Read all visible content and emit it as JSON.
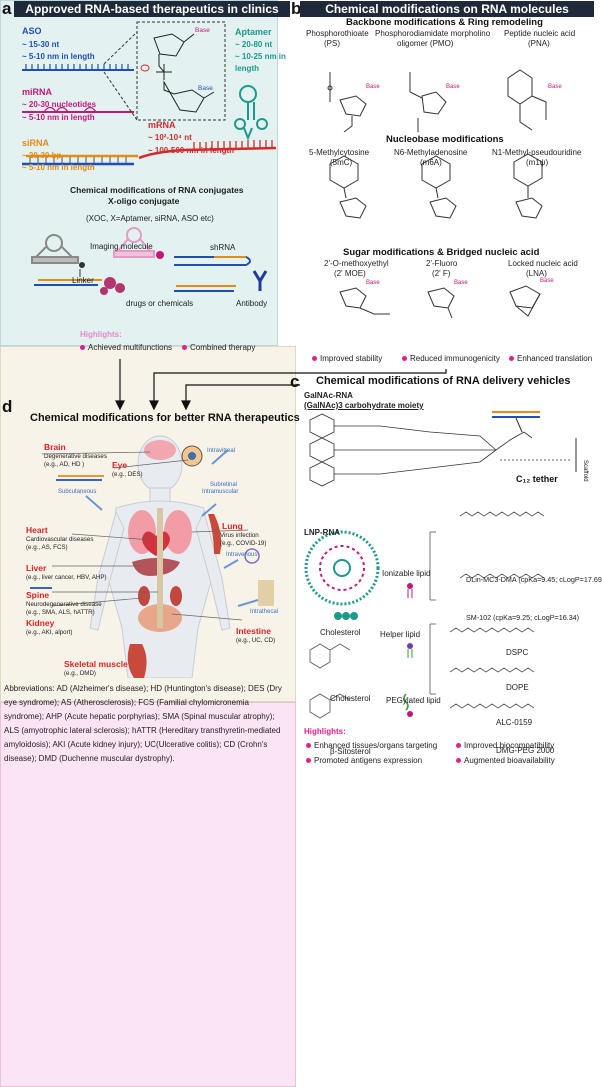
{
  "panels": {
    "a": {
      "letter": "a",
      "title": "Approved RNA-based therapeutics in clinics"
    },
    "b": {
      "letter": "b",
      "title": "Chemical modifications on RNA molecules"
    },
    "c": {
      "letter": "c",
      "title": "Chemical modifications of RNA delivery vehicles"
    },
    "d": {
      "letter": "d",
      "title": "Chemical modifications for better RNA therapeutics"
    }
  },
  "a": {
    "aso": {
      "name": "ASO",
      "line1": "~ 15-30 nt",
      "line2": "~ 5-10 nm in length"
    },
    "mirna": {
      "name": "miRNA",
      "line1": "~ 20-30 nucleotides",
      "line2": "~ 5-10 nm in length"
    },
    "sirna": {
      "name": "siRNA",
      "line1": "~ 20-30 bp",
      "line2": "~ 5-10 nm in length"
    },
    "mrna": {
      "name": "mRNA",
      "line1": "~ 10²-10⁴ nt",
      "line2": "~ 100-500 nm in length"
    },
    "aptamer": {
      "name": "Aptamer",
      "line1": "~ 20-80 nt",
      "line2": "~ 10-25 nm in",
      "line3": "length"
    },
    "base1": "Base",
    "base2": "Base",
    "conj_title": "Chemical modifications of RNA conjugates",
    "conj_sub": "X-oligo conjugate",
    "conj_note": "(XOC, X=Aptamer, siRNA, ASO etc)",
    "imaging": "Imaging molecule",
    "shrna": "shRNA",
    "linker": "Linker",
    "drugs": "drugs or chemicals",
    "antibody": "Antibody",
    "highlights": "Highlights:",
    "hl1": "Achieved multifunctions",
    "hl2": "Combined therapy"
  },
  "b": {
    "backbone": "Backbone modifications & Ring remodeling",
    "ps": "Phosphorothioate",
    "ps_abbr": "(PS)",
    "pmo": "Phosphorodiamidate morpholino",
    "pmo2": "oligomer (PMO)",
    "pna": "Peptide nucleic acid",
    "pna_abbr": "(PNA)",
    "nucleobase": "Nucleobase modifications",
    "m5c": "5-Methylcytosine",
    "m5c_abbr": "(5mC)",
    "m6a": "N6-Methyladenosine",
    "m6a_abbr": "(m6A)",
    "m1psi": "N1-Methyl-pseudouridine",
    "m1psi_abbr": "(m1ψ)",
    "sugar": "Sugar modifications & Bridged nucleic acid",
    "moe": "2'-O-methoxyethyl",
    "moe_abbr": "(2' MOE)",
    "fluoro": "2'-Fluoro",
    "fluoro_abbr": "(2' F)",
    "lna": "Locked nucleic acid",
    "lna_abbr": "(LNA)",
    "base": "Base",
    "hl1": "Improved stability",
    "hl2": "Reduced immunogenicity",
    "hl3": "Enhanced translation"
  },
  "c": {
    "galnac_title": "GalNAc-RNA",
    "galnac_sub": "(GalNAc)3 carbohydrate moiety",
    "tether": "C₁₂ tether",
    "scaffold": "Scaffold",
    "lnp_title": "LNP-RNA",
    "ionizable": "Ionizable lipid",
    "dlin": "DLin-MC3-DMA (cpKa=9.45; cLogP=17.69)",
    "sm102": "SM-102 (cpKa=9.25; cLogP=16.34)",
    "cholesterol": "Cholesterol",
    "helper": "Helper lipid",
    "dspc": "DSPC",
    "dope": "DOPE",
    "cholesterol2": "Cholesterol",
    "peg": "PEGylated lipid",
    "alc": "ALC-0159",
    "sitosterol": "β-Sitosterol",
    "dmg": "DMG-PEG 2000",
    "highlights": "Highlights:",
    "hl1": "Enhanced tissues/organs targeting",
    "hl2": "Improved  biocompatibility",
    "hl3": "Promoted antigens expression",
    "hl4": "Augmented bioavailability"
  },
  "d": {
    "brain": "Brain",
    "brain_d1": "Degenerative diseases",
    "brain_d2": "(e.g., AD, HD )",
    "eye": "Eye",
    "eye_d": "(e.g., DES)",
    "heart": "Heart",
    "heart_d1": "Cardiovascular diseases",
    "heart_d2": "(e.g., AS, FCS)",
    "lung": "Lung",
    "lung_d1": "Virus infection",
    "lung_d2": "(e.g., COVID-19)",
    "liver": "Liver",
    "liver_d": "(e.g., liver cancer, HBV, AHP)",
    "spine": "Spine",
    "spine_d1": "Neurodegenerative disease",
    "spine_d2": "(e.g., SMA, ALS, hATTR)",
    "kidney": "Kidney",
    "kidney_d": "(e.g., AKI, alport)",
    "intestine": "Intestine",
    "intestine_d": "(e.g., UC, CD)",
    "skeletal": "Skeletal muscle",
    "skeletal_d": "(e.g., DMD)",
    "intravitreal": "Intravitreal",
    "subretinal": "Subretinal",
    "subcutaneous": "Subcutaneous",
    "intramuscular": "Intramuscular",
    "intravenous": "Intravenous",
    "intrathecal": "Intrathecal"
  },
  "abbreviations": "Abbreviations: AD (Alzheimer's disease); HD (Huntington's disease); DES (Dry eye syndrome); AS (Atherosclerosis); FCS (Familial chylomicronemia syndrome); AHP (Acute hepatic porphyrias); SMA (Spinal muscular atrophy); ALS (amyotrophic lateral sclerosis); hATTR (Hereditary transthyretin-mediated amyloidosis); AKI (Acute kidney injury); UC(Ulcerative colitis); CD (Crohn's disease); DMD (Duchenne muscular dystrophy).",
  "colors": {
    "navy": "#1e2a3a",
    "pink": "#e0218a",
    "blue": "#1f4fb5",
    "red": "#d32a2a",
    "teal": "#1c9a8e",
    "orange": "#e38b17"
  }
}
